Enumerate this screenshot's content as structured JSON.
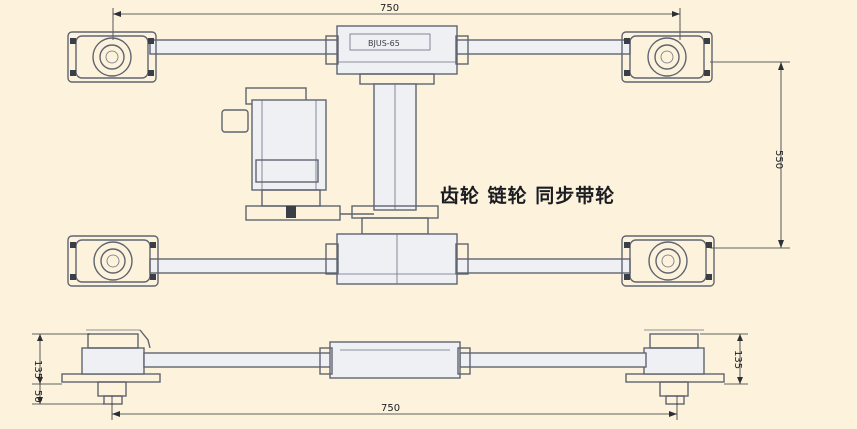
{
  "labels": {
    "caption": "齿轮  链轮  同步带轮",
    "dim_top_width": "750",
    "dim_bottom_width": "750",
    "dim_right_height": "550",
    "dim_side_left_height": "135",
    "dim_side_right_height": "135",
    "dim_side_left_small": "50",
    "gearbox_nameplate": "BJUS-65"
  },
  "colors": {
    "background": "#fdf3dc",
    "line": "#5f6470",
    "dimension": "#2c2f36",
    "text": "#1b1d22"
  }
}
